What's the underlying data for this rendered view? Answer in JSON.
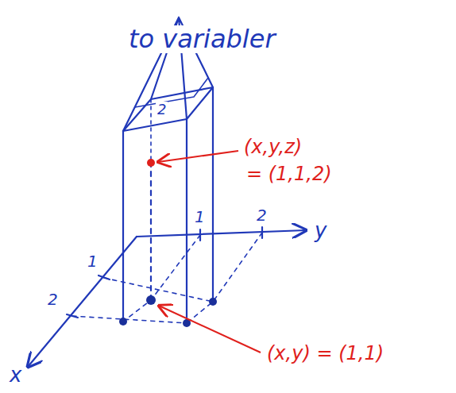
{
  "diagram": {
    "title": "to variabler",
    "labels": [
      "(x,y,z)",
      "= (1,1,2)",
      "(x,y) = (1,1)",
      "x",
      "y",
      "1",
      "2",
      "1",
      "2",
      "2"
    ]
  }
}
